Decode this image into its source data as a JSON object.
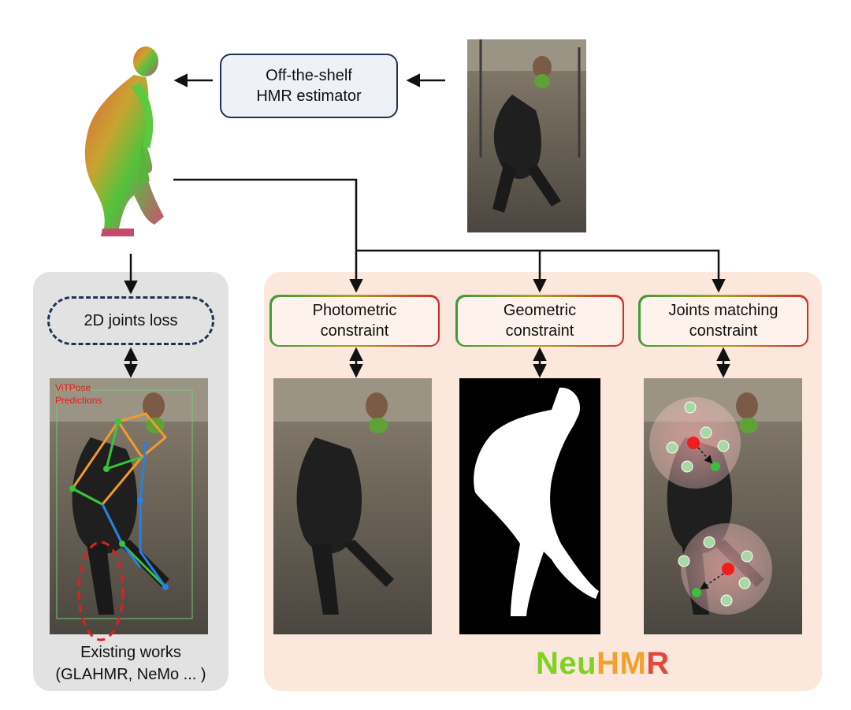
{
  "top": {
    "estimator_line1": "Off-the-shelf",
    "estimator_line2": "HMR estimator"
  },
  "left_panel": {
    "loss_label": "2D joints loss",
    "vitpose_line1": "ViTPose",
    "vitpose_line2": "Predictions",
    "caption_line1": "Existing works",
    "caption_line2": "(GLAHMR, NeMo ... )"
  },
  "right_panel": {
    "constraints": [
      {
        "line1": "Photometric",
        "line2": "constraint"
      },
      {
        "line1": "Geometric",
        "line2": "constraint"
      },
      {
        "line1": "Joints matching",
        "line2": "constraint"
      }
    ],
    "brand": {
      "part1": "Neu",
      "part2": "HM",
      "part3": "R"
    }
  },
  "colors": {
    "box_border": "#1f3354",
    "gray_panel": "#e2e2e3",
    "peach_panel": "#fbe7dc",
    "gradient_start": "#3f9b3a",
    "gradient_end": "#d42a2a",
    "brand_green": "#7ed321",
    "brand_orange": "#f2a12e",
    "brand_red": "#e2483c",
    "vitpose_red": "#e02020",
    "skeleton_orange": "#f39a2b",
    "skeleton_green": "#39c43a",
    "skeleton_blue": "#2a7fe0"
  }
}
